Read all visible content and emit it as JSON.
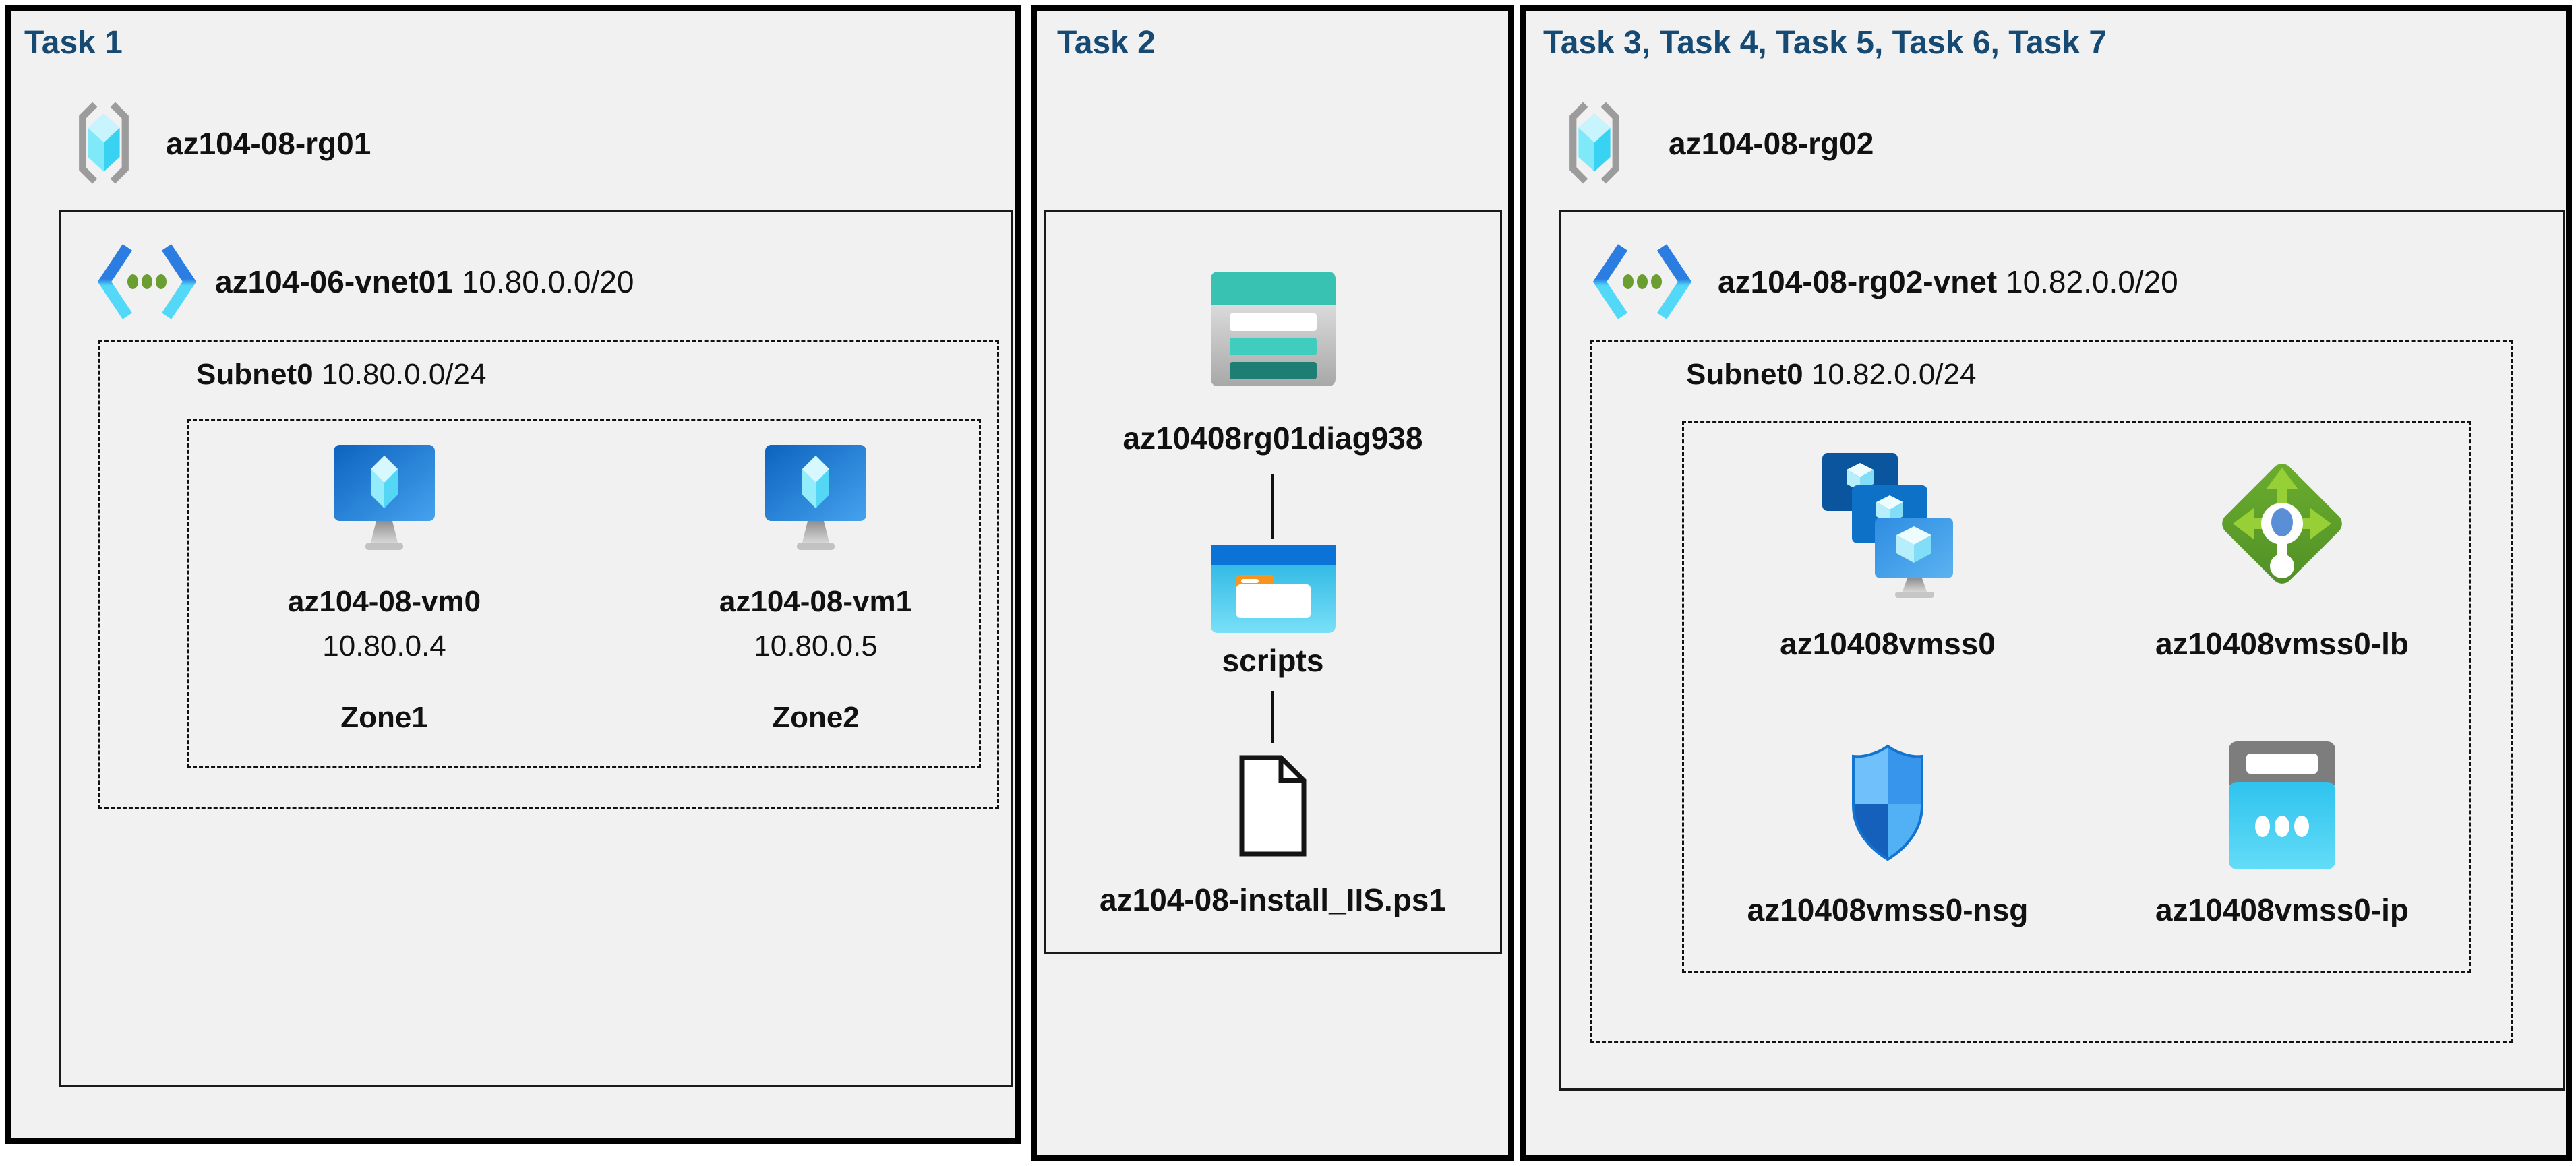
{
  "task1": {
    "title": "Task 1",
    "resource_group": "az104-08-rg01",
    "vnet_name": "az104-06-vnet01",
    "vnet_cidr": "10.80.0.0/20",
    "subnet_name": "Subnet0",
    "subnet_cidr": "10.80.0.0/24",
    "vm0": {
      "name": "az104-08-vm0",
      "ip": "10.80.0.4",
      "zone": "Zone1"
    },
    "vm1": {
      "name": "az104-08-vm1",
      "ip": "10.80.0.5",
      "zone": "Zone2"
    }
  },
  "task2": {
    "title": "Task 2",
    "storage_account": "az10408rg01diag938",
    "container": "scripts",
    "file": "az104-08-install_IIS.ps1"
  },
  "task3to7": {
    "title": "Task 3, Task 4, Task 5, Task 6, Task 7",
    "resource_group": "az104-08-rg02",
    "vnet_name": "az104-08-rg02-vnet",
    "vnet_cidr": "10.82.0.0/20",
    "subnet_name": "Subnet0",
    "subnet_cidr": "10.82.0.0/24",
    "vmss": "az10408vmss0",
    "load_balancer": "az10408vmss0-lb",
    "nsg": "az10408vmss0-nsg",
    "public_ip": "az10408vmss0-ip"
  },
  "icons": {
    "resource_group": "resource-group-icon",
    "virtual_network": "virtual-network-icon",
    "virtual_machine": "virtual-machine-icon",
    "storage_account": "storage-account-icon",
    "folder": "folder-icon",
    "file": "file-icon",
    "vm_scale_set": "vm-scale-set-icon",
    "load_balancer": "load-balancer-icon",
    "network_security_group": "nsg-shield-icon",
    "public_ip": "public-ip-icon"
  },
  "colors": {
    "title_navy": "#164a73",
    "panel_background": "#f1f1f2",
    "panel_border": "#000000",
    "azure_blue": "#0d74d1",
    "cyan": "#50e6ff",
    "teal": "#37c2b1",
    "teal_dark": "#1e7e74",
    "folder_orange": "#f7941e",
    "lb_green": "#5a9e32",
    "lb_green_light": "#96cf36",
    "nsg_blue": "#3c98ee",
    "ip_cyan": "#35c7f0",
    "stand_gray": "#a5a5a5"
  }
}
